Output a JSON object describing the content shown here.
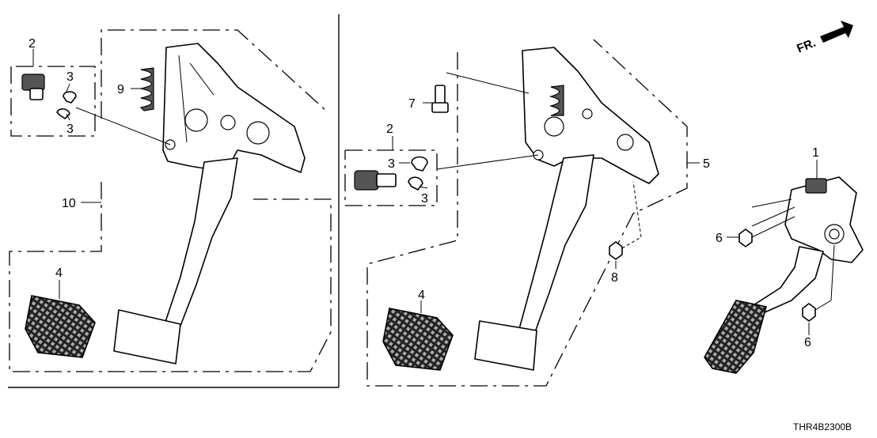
{
  "diagram_code": "THR4B2300B",
  "direction_label": "FR.",
  "left_group": {
    "box_label": "10",
    "switch_label": "2",
    "clip_label_top": "3",
    "clip_label_bottom": "3",
    "spring_label": "9",
    "pad_label": "4"
  },
  "middle_group": {
    "switch_label": "2",
    "clip_label_top": "3",
    "clip_label_bottom": "3",
    "bolt_label": "7",
    "assembly_label": "5",
    "nut_label": "8",
    "pad_label": "4"
  },
  "right_group": {
    "accel_label": "1",
    "nut_label_top": "6",
    "nut_label_bottom": "6"
  }
}
